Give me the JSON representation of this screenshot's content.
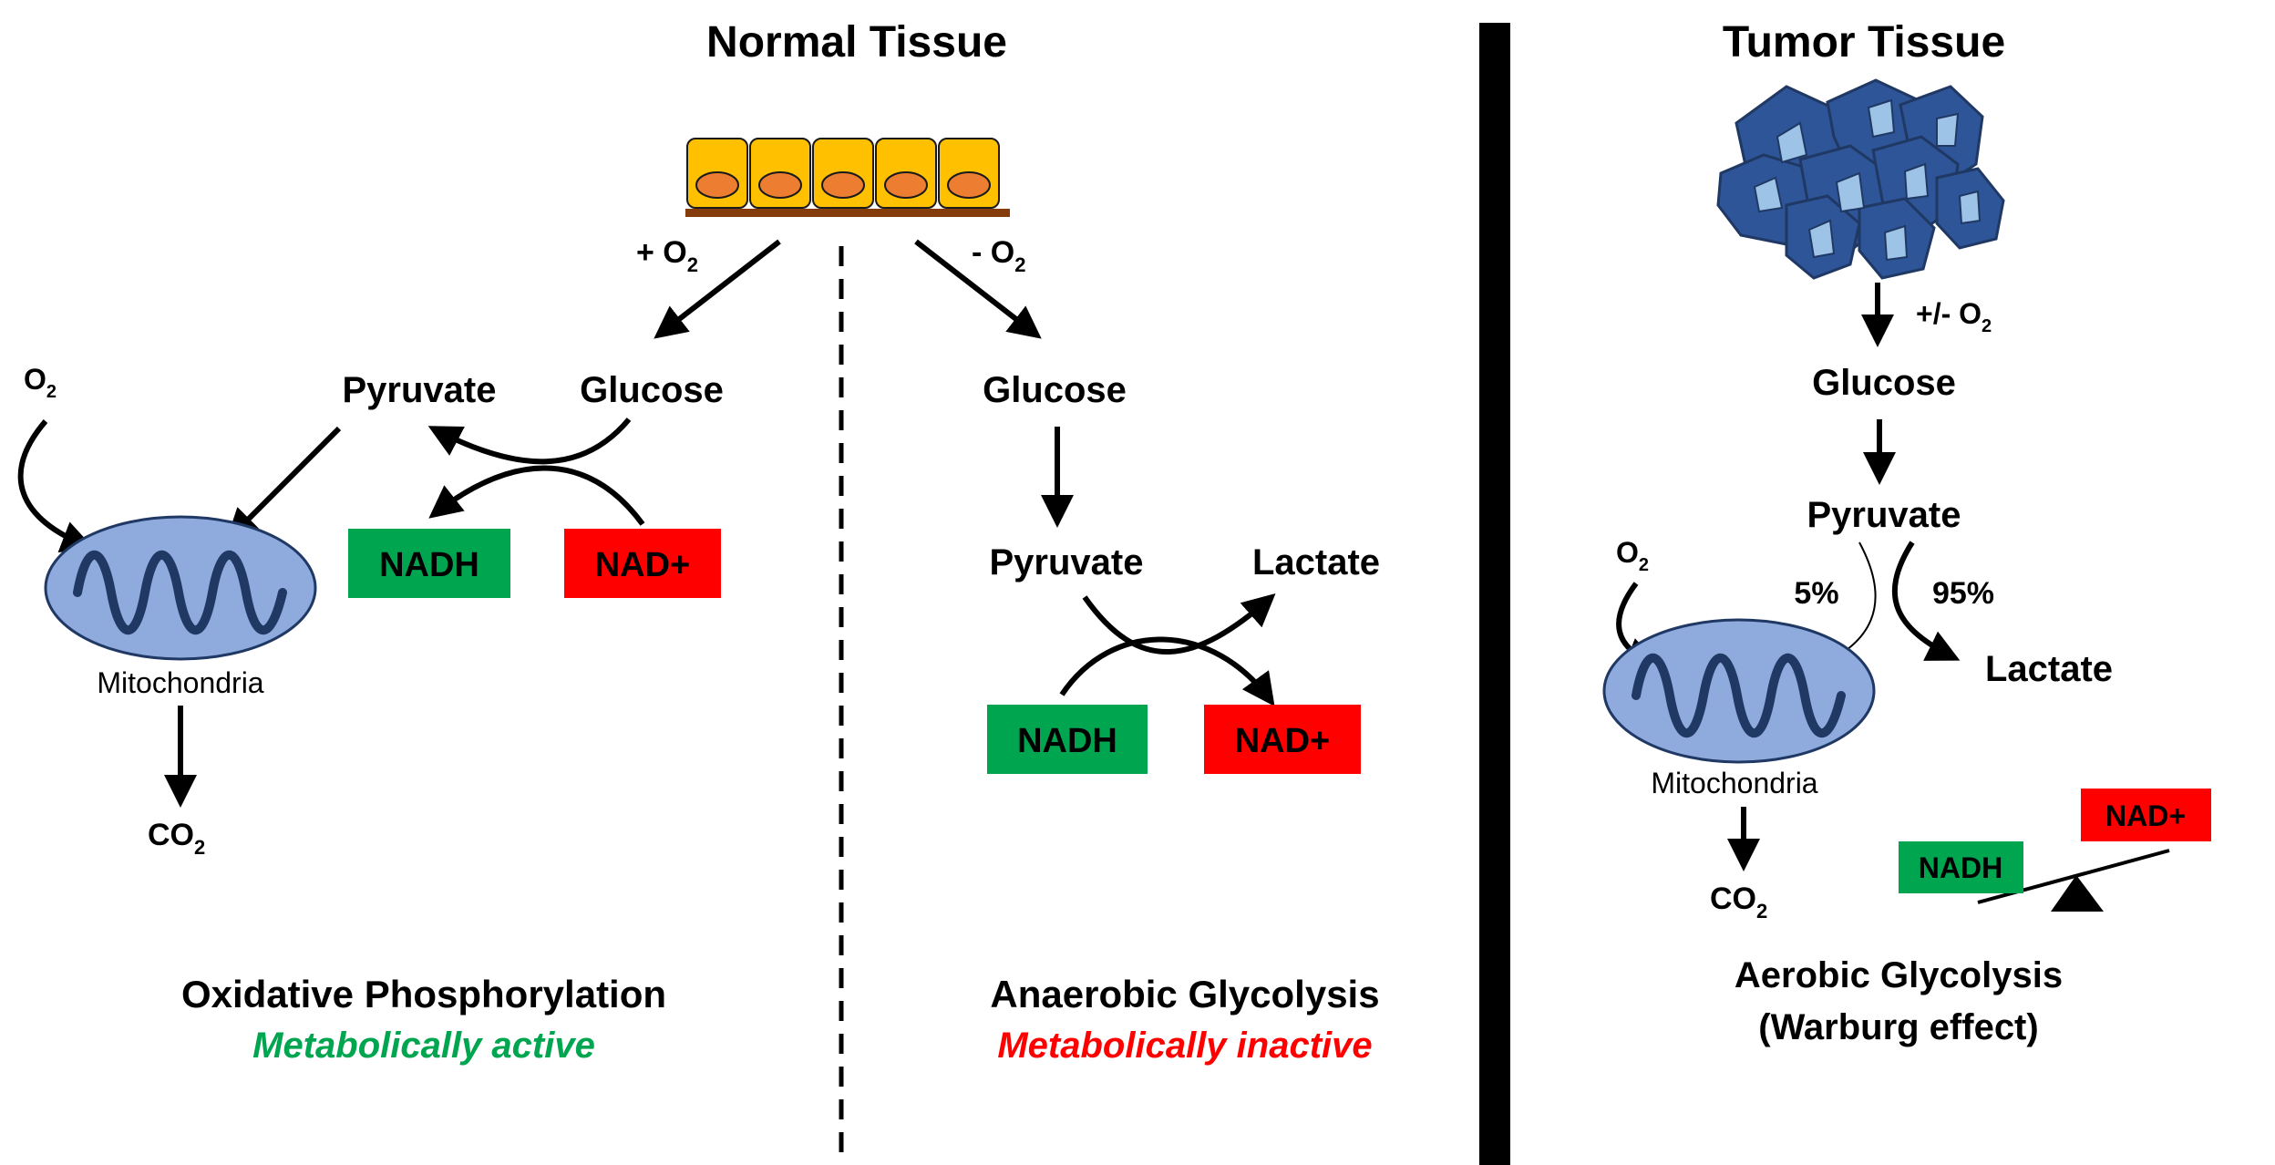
{
  "normal": {
    "title": "Normal Tissue",
    "with_o2": "+ O",
    "without_o2": "- O",
    "sub2": "2",
    "ox": {
      "o2": "O",
      "pyruvate": "Pyruvate",
      "glucose": "Glucose",
      "nadh": "NADH",
      "nad": "NAD+",
      "mitochondria": "Mitochondria",
      "co2": "CO",
      "title": "Oxidative Phosphorylation",
      "status": "Metabolically active"
    },
    "anaer": {
      "glucose": "Glucose",
      "pyruvate": "Pyruvate",
      "lactate": "Lactate",
      "nadh": "NADH",
      "nad": "NAD+",
      "title": "Anaerobic Glycolysis",
      "status": "Metabolically inactive"
    }
  },
  "tumor": {
    "title": "Tumor Tissue",
    "o2_cond": "+/- O",
    "glucose": "Glucose",
    "pyruvate": "Pyruvate",
    "o2": "O",
    "pct_mito": "5%",
    "pct_lactate": "95%",
    "lactate": "Lactate",
    "mitochondria": "Mitochondria",
    "co2": "CO",
    "nad": "NAD+",
    "nadh": "NADH",
    "title_line1": "Aerobic Glycolysis",
    "title_line2": "(Warburg effect)"
  },
  "colors": {
    "green": "#00a550",
    "red": "#ff0000",
    "cell_yellow": "#ffc000",
    "nucleus_orange": "#ed7d31",
    "basement_brown": "#843c0c",
    "mito_fill": "#8faadc",
    "mito_line": "#1f3864",
    "tumor_fill": "#2e5597",
    "tumor_light": "#9dc3e6"
  }
}
